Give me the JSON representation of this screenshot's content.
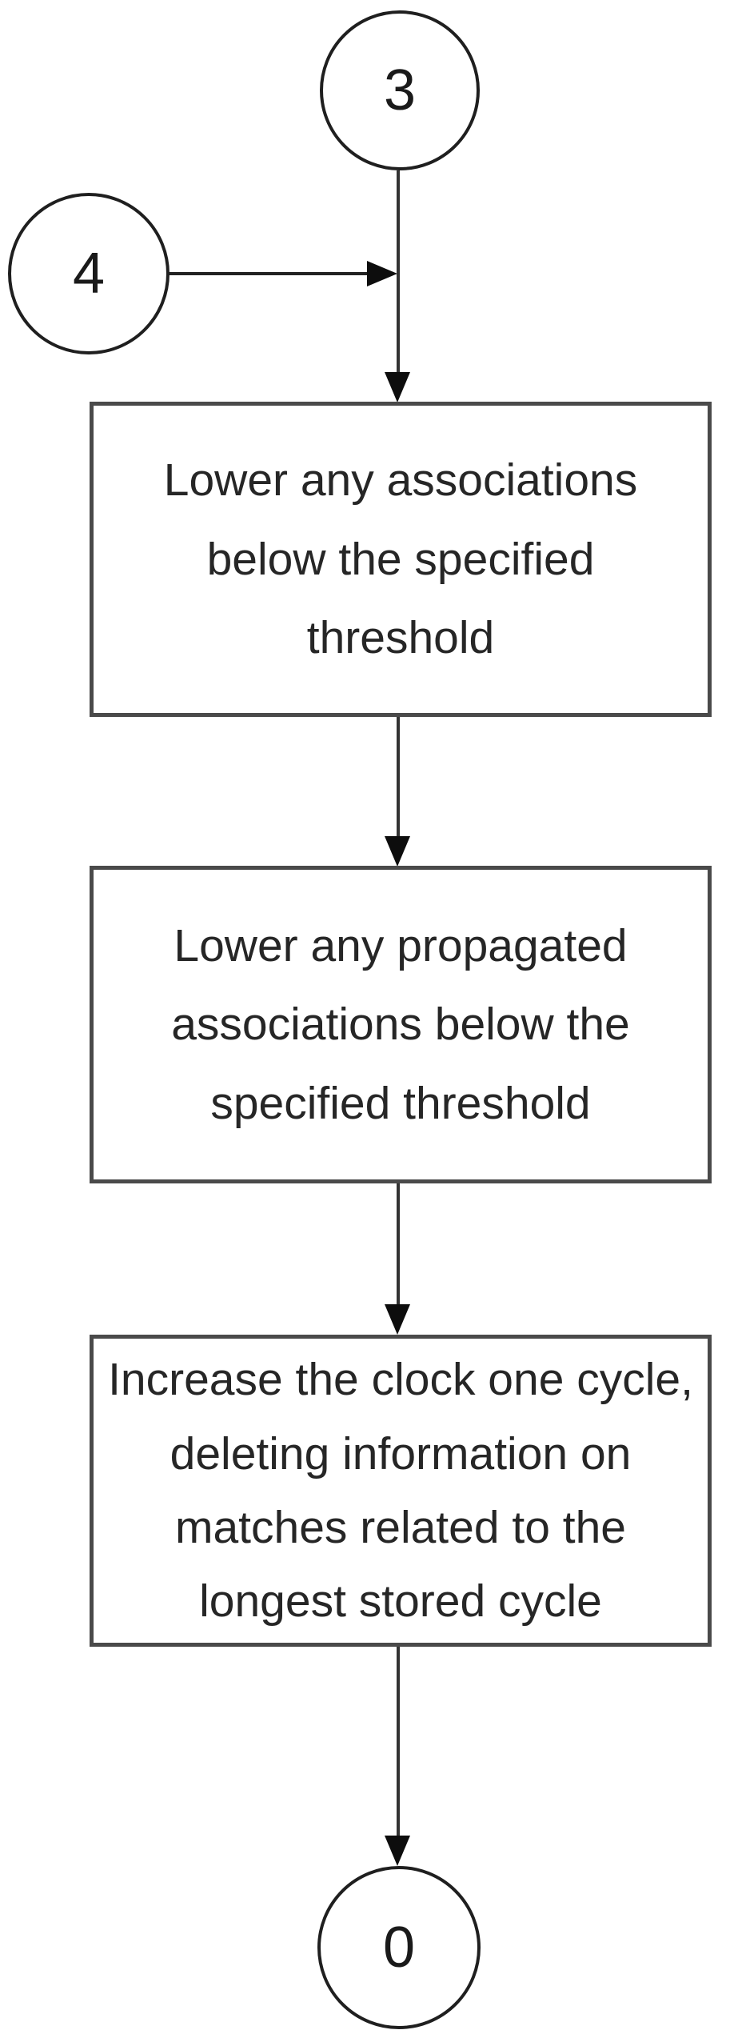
{
  "diagram": {
    "type": "flowchart",
    "colors": {
      "background": "#ffffff",
      "connector_line": "#333333",
      "box_border": "#4a4a4a",
      "circle_border": "#1f1f1f",
      "text": "#262626",
      "arrowhead": "#0d0d0d"
    },
    "nodes": {
      "connector_3": {
        "shape": "circle",
        "label": "3"
      },
      "connector_4": {
        "shape": "circle",
        "label": "4"
      },
      "step_1": {
        "shape": "process-box",
        "text": "Lower any associations below the specified threshold",
        "lines": [
          "Lower any associations",
          "below the specified",
          "threshold"
        ]
      },
      "step_2": {
        "shape": "process-box",
        "text": "Lower any propagated associations below the specified threshold",
        "lines": [
          "Lower any propagated",
          "associations below the",
          "specified threshold"
        ]
      },
      "step_3": {
        "shape": "process-box",
        "text": "Increase the clock one cycle, deleting information on matches related to the longest stored cycle",
        "lines": [
          "Increase the clock one cycle,",
          "deleting information on",
          "matches related to the",
          "longest stored cycle"
        ]
      },
      "connector_0": {
        "shape": "circle",
        "label": "0"
      }
    },
    "edges": [
      {
        "from": "connector_3",
        "to": "step_1",
        "style": "arrow-down"
      },
      {
        "from": "connector_4",
        "to": "step_1",
        "style": "arrow-right-into-line"
      },
      {
        "from": "step_1",
        "to": "step_2",
        "style": "arrow-down"
      },
      {
        "from": "step_2",
        "to": "step_3",
        "style": "arrow-down"
      },
      {
        "from": "step_3",
        "to": "connector_0",
        "style": "arrow-down"
      }
    ]
  }
}
